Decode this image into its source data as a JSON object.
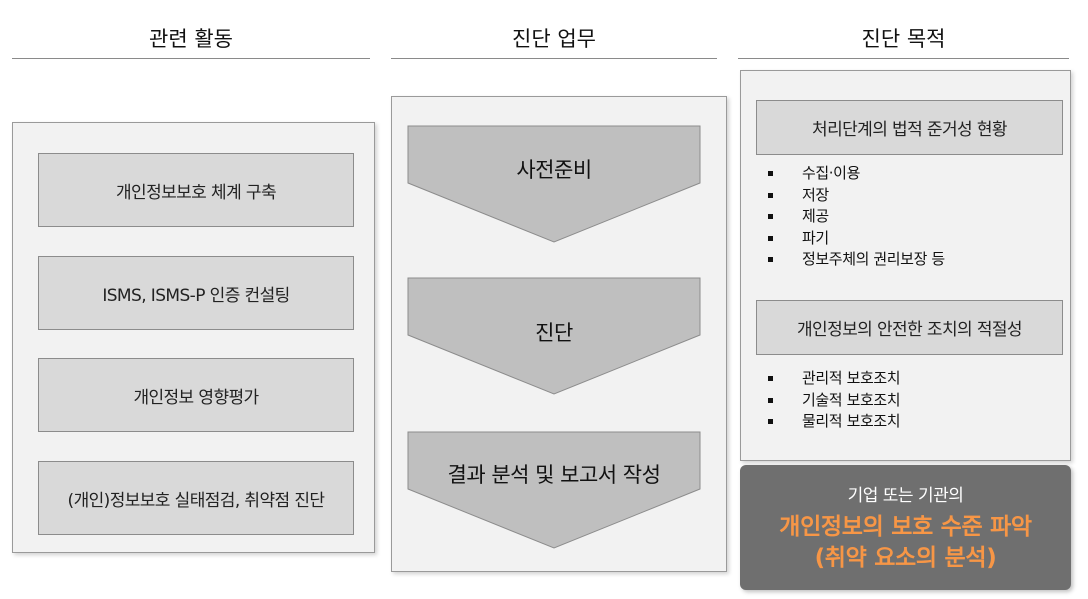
{
  "headers": {
    "related": "관련 활동",
    "tasks": "진단 업무",
    "purpose": "진단 목적"
  },
  "activities": [
    "개인정보보호 체계 구축",
    "ISMS, ISMS-P 인증 컨설팅",
    "개인정보 영향평가",
    "(개인)정보보호 실태점검, 취약점 진단"
  ],
  "tasks": [
    "사전준비",
    "진단",
    "결과 분석 및 보고서 작성"
  ],
  "purpose": {
    "section1": {
      "title": "처리단계의 법적 준거성 현황",
      "items": [
        "수집·이용",
        "저장",
        "제공",
        "파기",
        "정보주체의 권리보장 등"
      ]
    },
    "section2": {
      "title": "개인정보의 안전한 조치의 적절성",
      "items": [
        "관리적 보호조치",
        "기술적 보호조치",
        "물리적 보호조치"
      ]
    }
  },
  "result": {
    "subtitle": "기업 또는 기관의",
    "line1": "개인정보의 보호 수준 파악",
    "line2": "(취약 요소의 분석)"
  },
  "colors": {
    "panel_bg": "#f2f2f2",
    "box_fill": "#d9d9d9",
    "chevron_fill": "#bfbfbf",
    "result_bg": "#6f6f6f",
    "accent_orange": "#f79646"
  }
}
